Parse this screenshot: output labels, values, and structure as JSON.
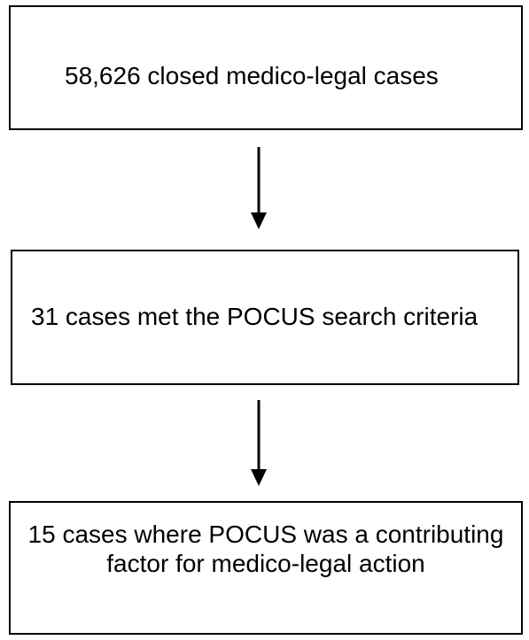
{
  "flowchart": {
    "steps": [
      {
        "label": "58,626 closed medico-legal cases"
      },
      {
        "label": "31 cases met the POCUS search criteria"
      },
      {
        "label": "15 cases where POCUS was a contributing factor for medico-legal action"
      }
    ],
    "colors": {
      "border": "#000000",
      "arrow": "#000000",
      "background": "#ffffff"
    }
  }
}
